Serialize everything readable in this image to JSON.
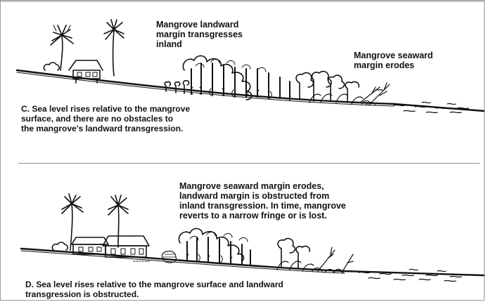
{
  "panel_c": {
    "label_landward": "Mangrove landward\nmargin transgresses\ninland",
    "label_seaward": "Mangrove seaward\nmargin erodes",
    "caption": "C.  Sea level rises relative to the mangrove\n      surface, and there are no obstacles to\n      the mangrove's landward transgression."
  },
  "panel_d": {
    "label_main": "Mangrove seaward margin erodes,\nlandward margin is obstructed from\ninland transgression.  In time, mangrove\nreverts to a narrow fringe or is lost.",
    "caption": "D.  Sea level rises relative to the mangrove surface and landward\n      transgression is obstructed."
  },
  "colors": {
    "ink": "#111111",
    "border": "#9a9a9a",
    "background": "#ffffff"
  }
}
